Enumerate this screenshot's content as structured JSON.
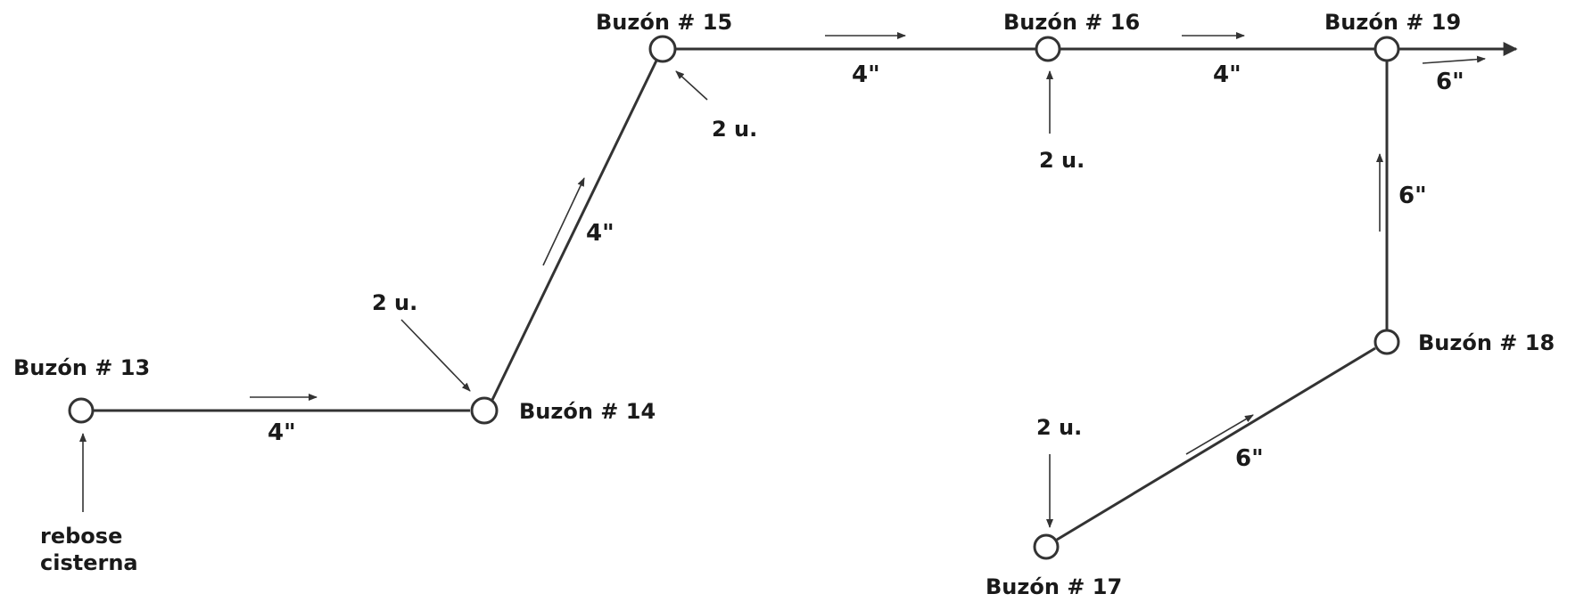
{
  "nodes": {
    "b13": "Buzón # 13",
    "b14": "Buzón # 14",
    "b15": "Buzón # 15",
    "b16": "Buzón # 16",
    "b17": "Buzón # 17",
    "b18": "Buzón # 18",
    "b19": "Buzón # 19"
  },
  "pipe_sizes": {
    "p13_14": "4\"",
    "p14_15": "4\"",
    "p15_16": "4\"",
    "p16_19": "4\"",
    "p17_18": "6\"",
    "p18_19": "6\"",
    "outlet": "6\""
  },
  "inflows": {
    "b14": "2 u.",
    "b15": "2 u.",
    "b16": "2 u.",
    "b17": "2 u."
  },
  "source": {
    "line1": "rebose",
    "line2": "cisterna"
  },
  "colors": {
    "line": "#333333",
    "text": "#1a1a1a",
    "background": "#ffffff"
  }
}
